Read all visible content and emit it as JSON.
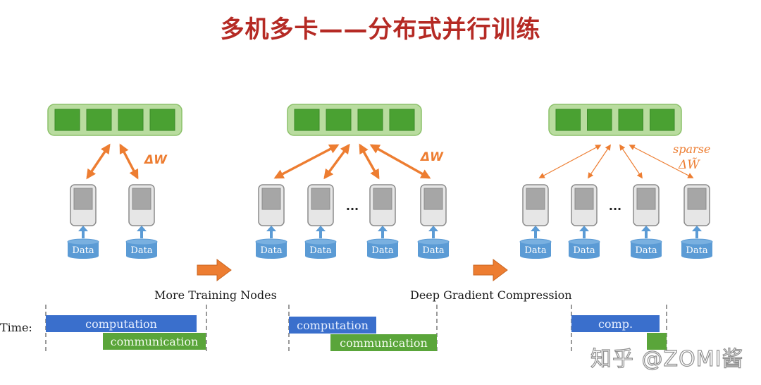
{
  "title": "多机多卡——分布式并行训练",
  "colors": {
    "title": "#b52a24",
    "param_bar_bg": "#b9dc9f",
    "param_block": "#4aa132",
    "arrow": "#ed7d31",
    "device_body": "#e6e6e6",
    "device_screen": "#a6a6a6",
    "data_cyl": "#5b9bd5",
    "computation_bar": "#3a6fcc",
    "communication_bar": "#5aa53a"
  },
  "panels": [
    {
      "id": "baseline",
      "param_blocks": 4,
      "workers": 2,
      "ellipsis": false,
      "gradient_label": "ΔW",
      "arrow_style": "thick",
      "data_label": "Data"
    },
    {
      "id": "more-nodes",
      "param_blocks": 4,
      "workers": 4,
      "ellipsis": true,
      "ellipsis_text": "...",
      "gradient_label": "ΔW",
      "arrow_style": "thick",
      "data_label": "Data"
    },
    {
      "id": "dgc",
      "param_blocks": 4,
      "workers": 4,
      "ellipsis": true,
      "ellipsis_text": "...",
      "gradient_label_line1": "sparse",
      "gradient_label_line2": "ΔW̃",
      "arrow_style": "thin",
      "data_label": "Data"
    }
  ],
  "transitions": [
    {
      "label": "More Training Nodes"
    },
    {
      "label": "Deep Gradient Compression"
    }
  ],
  "timeline": {
    "label": "Time:",
    "groups": [
      {
        "computation": "computation",
        "communication": "communication"
      },
      {
        "computation": "computation",
        "communication": "communication"
      },
      {
        "computation": "comp.",
        "communication": ""
      }
    ]
  },
  "watermark": "知乎 @ZOMI酱"
}
